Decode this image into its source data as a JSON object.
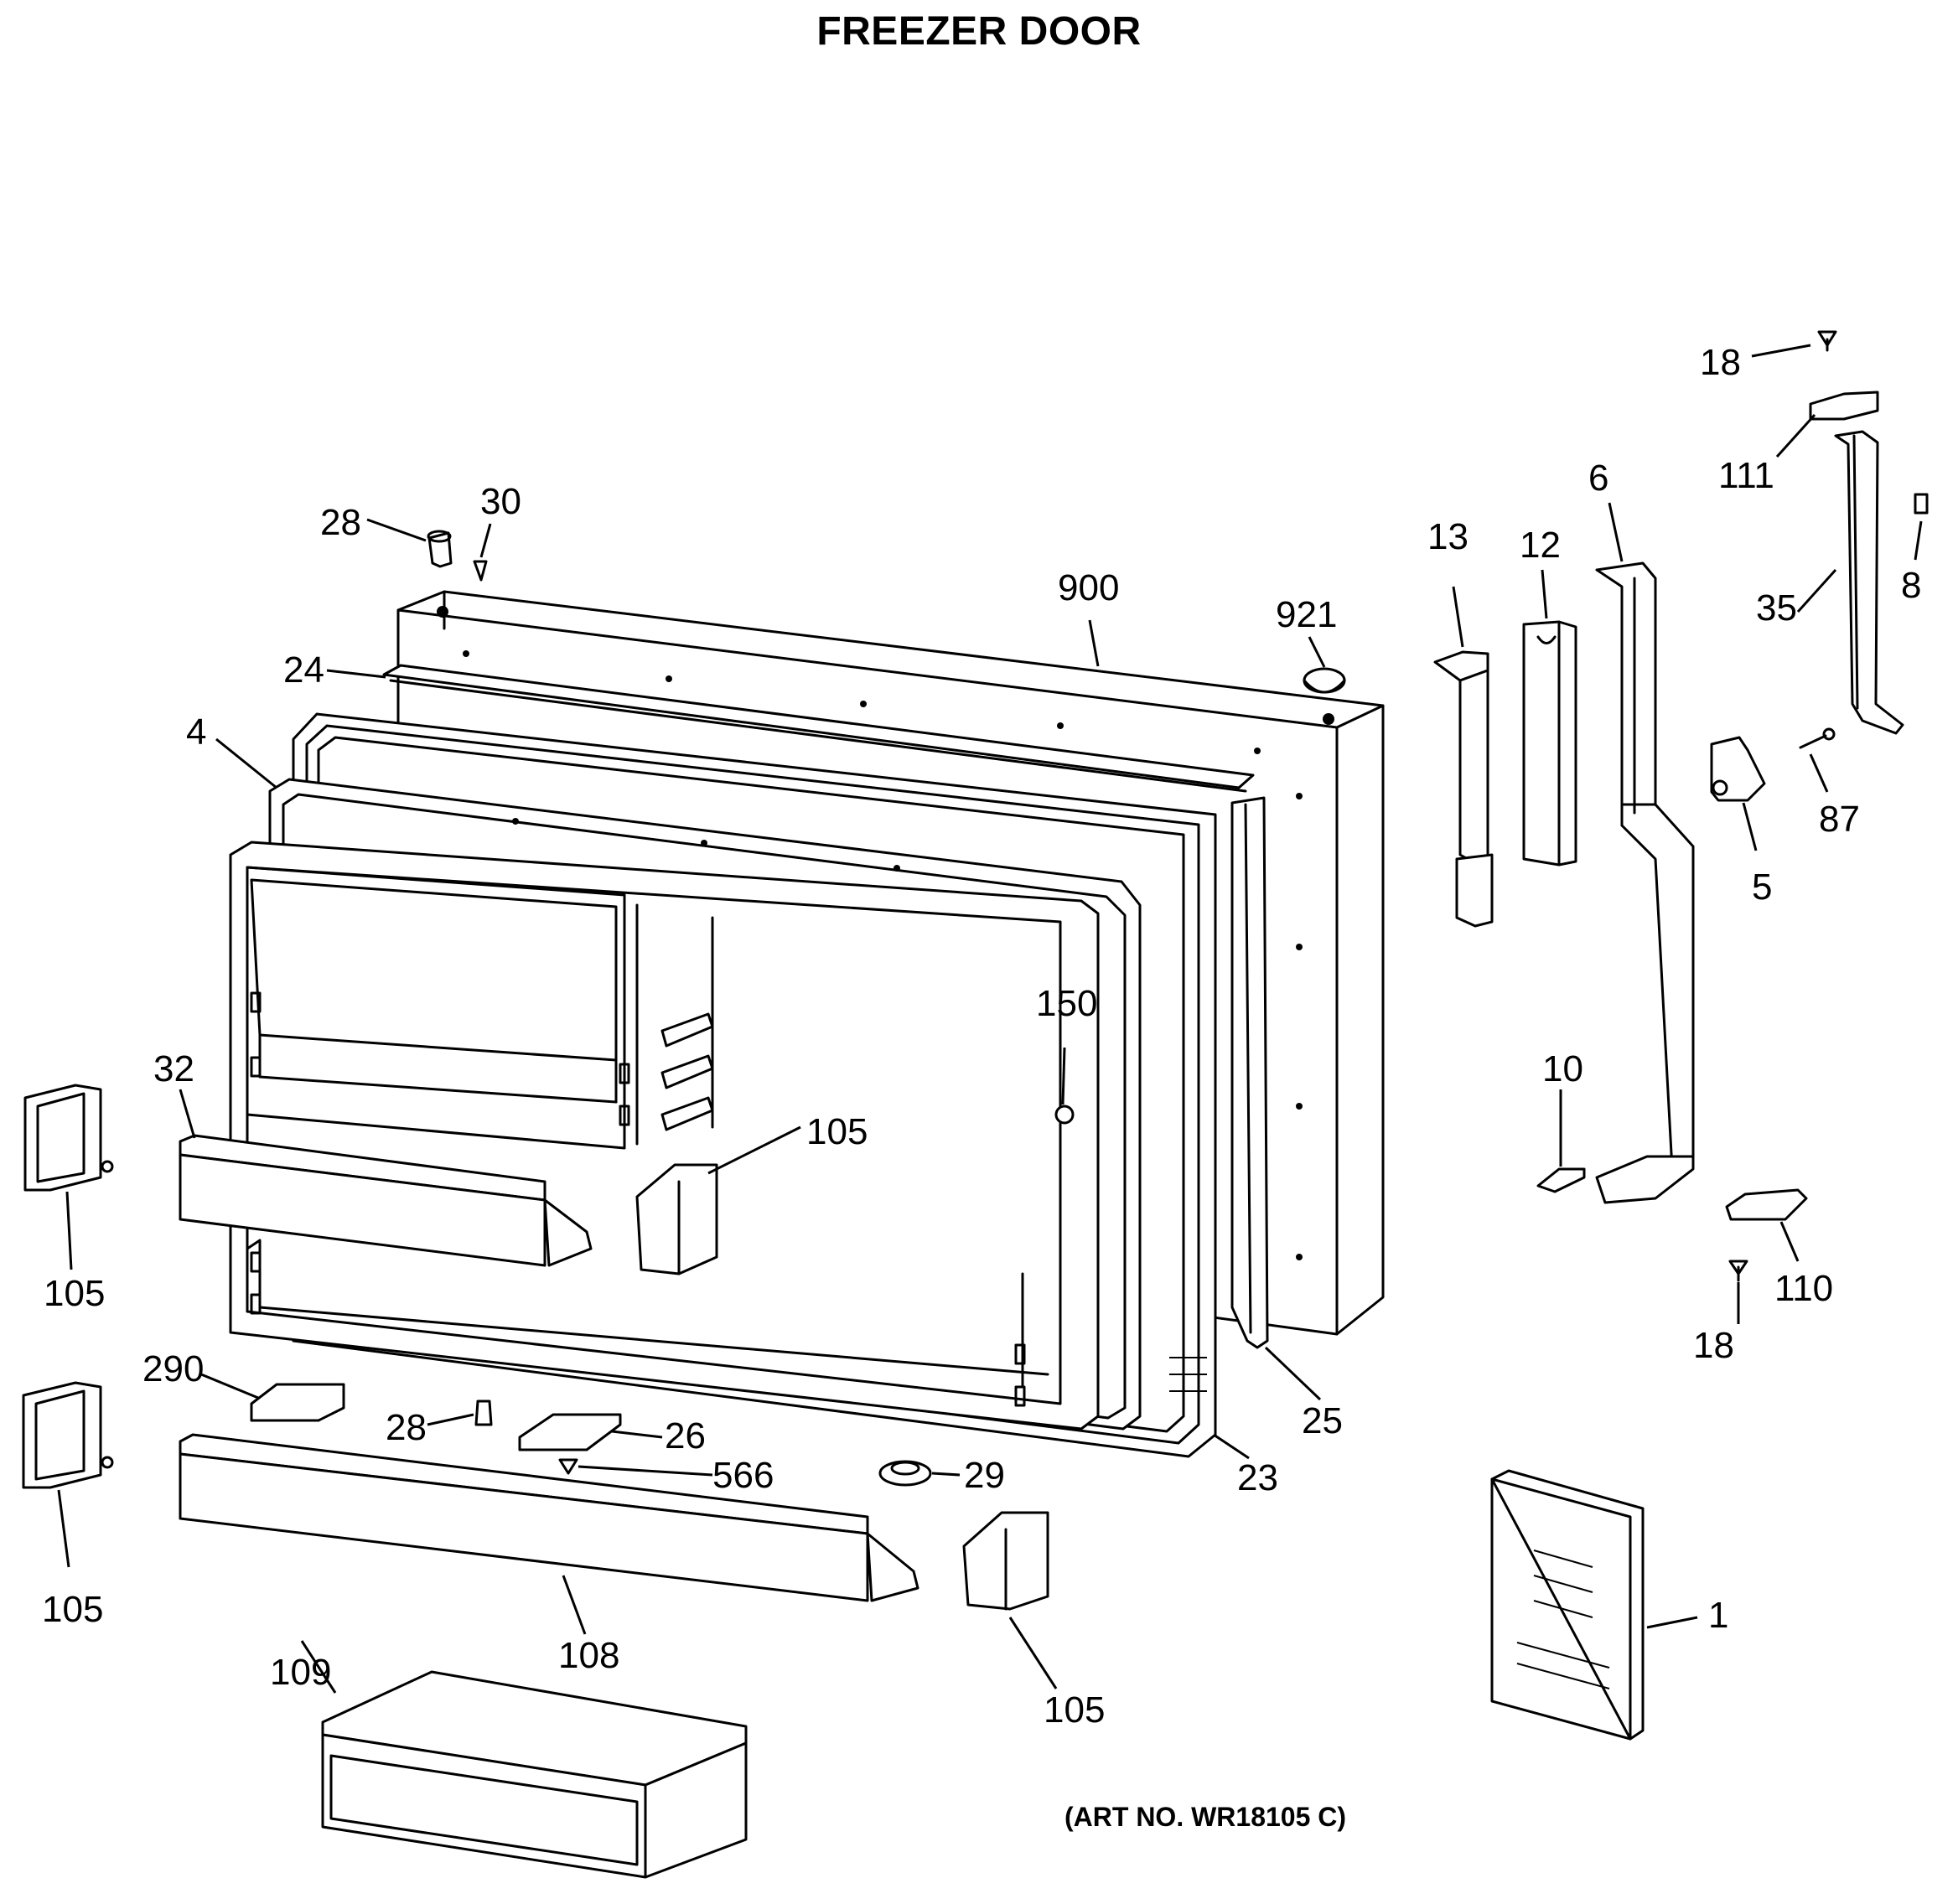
{
  "title": "FREEZER DOOR",
  "art_number": "(ART NO. WR18105 C)",
  "callouts": {
    "c18a": "18",
    "c111": "111",
    "c8": "8",
    "c35": "35",
    "c6": "6",
    "c13": "13",
    "c12": "12",
    "c28a": "28",
    "c30": "30",
    "c900": "900",
    "c921": "921",
    "c24": "24",
    "c4": "4",
    "c87": "87",
    "c5": "5",
    "c150": "150",
    "c32": "32",
    "c105a": "105",
    "c105b": "105",
    "c10": "10",
    "c110": "110",
    "c18b": "18",
    "c290": "290",
    "c28b": "28",
    "c26": "26",
    "c566": "566",
    "c29": "29",
    "c23": "23",
    "c25": "25",
    "c105c": "105",
    "c108": "108",
    "c109": "109",
    "c105d": "105",
    "c1": "1"
  }
}
